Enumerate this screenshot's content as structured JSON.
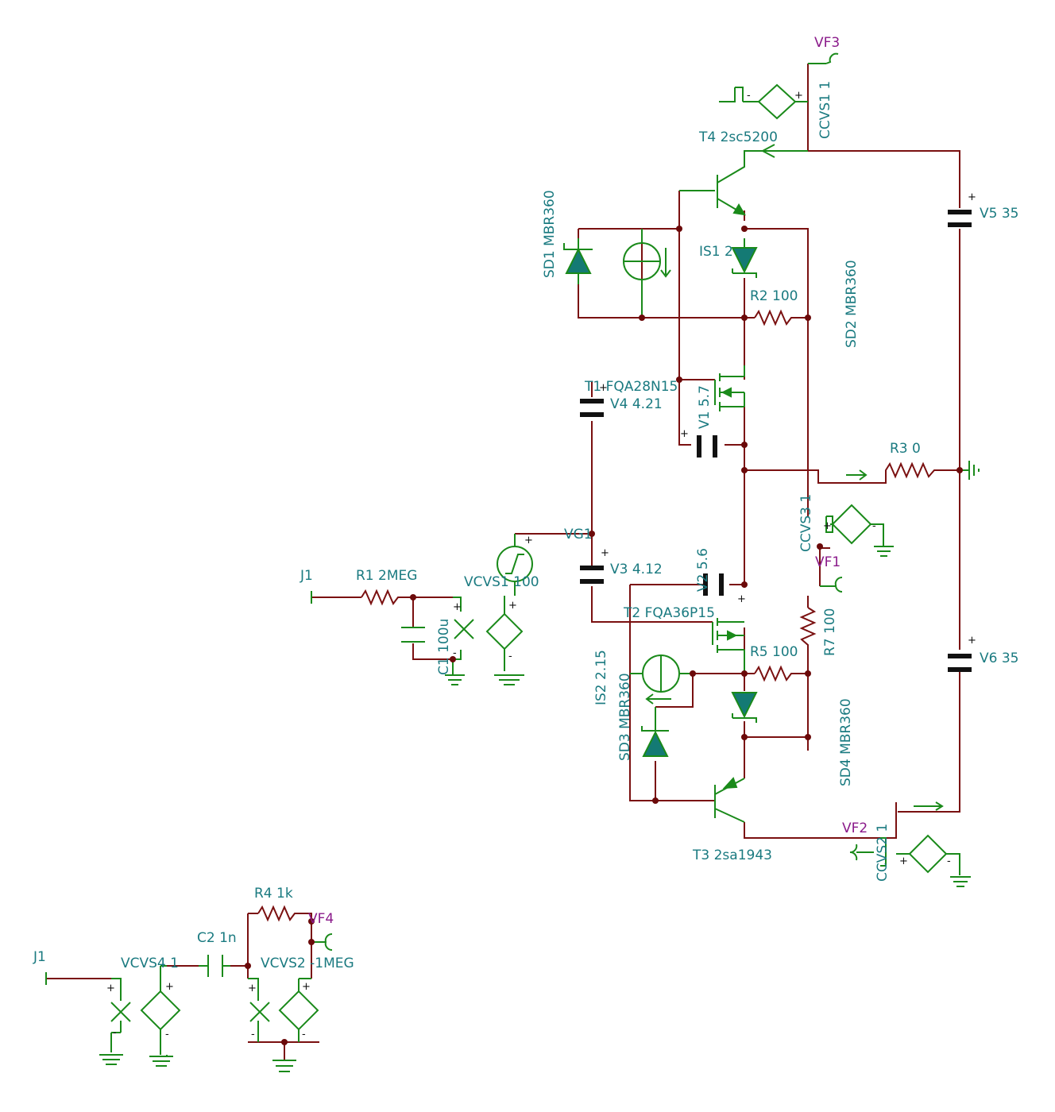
{
  "labels": {
    "vf3": "VF3",
    "ccvs1": "CCVS1 1",
    "t4": "T4 2sc5200",
    "v5": "V5 35",
    "sd1": "SD1 MBR360",
    "is1": "IS1 2",
    "r2": "R2 100",
    "sd2": "SD2 MBR360",
    "t1": "T1 FQA28N15",
    "v4": "V4 4.21",
    "v1": "V1 5.7",
    "r3": "R3 0",
    "ccvs3": "CCVS3 1",
    "vf1": "VF1",
    "vg1": "VG1",
    "vcvs1": "VCVS1 100",
    "v3": "V3 4.12",
    "v2": "V2 5.6",
    "j1_top": "J1",
    "r1": "R1 2MEG",
    "c1": "C1 100u",
    "t2": "T2 FQA36P15",
    "r5": "R5 100",
    "r7": "R7 100",
    "v6": "V6 35",
    "is2": "IS2 2.15",
    "sd3": "SD3 MBR360",
    "sd4": "SD4 MBR360",
    "vf2": "VF2",
    "ccvs2": "CCVS2 1",
    "t3": "T3 2sa1943",
    "r4": "R4 1k",
    "vf4": "VF4",
    "c2": "C2 1n",
    "j1_bottom": "J1",
    "vcvs4": "VCVS4 1",
    "vcvs2": "VCVS2 -1MEG"
  },
  "colors": {
    "wire": "#7a1010",
    "component": "#1a8a1a",
    "label": "#1a7a80",
    "net_label": "#8a1a8a",
    "junction": "#6b0a0a"
  }
}
